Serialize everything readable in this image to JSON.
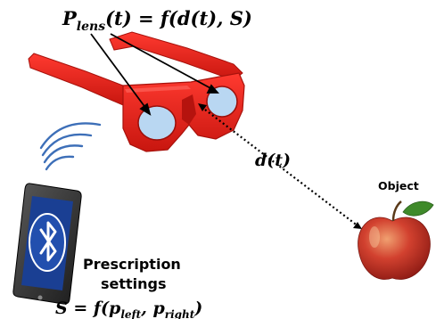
{
  "formula_lens": {
    "P": "P",
    "subscript": "lens",
    "rest": "(t) = f(d(t), S)"
  },
  "distance_label": "d(t)",
  "object_label": "Object",
  "prescription_label_line1": "Prescription",
  "prescription_label_line2": "settings",
  "formula_settings": {
    "prefix": "S = f(p",
    "sub_left": "left",
    "middle": ", p",
    "sub_right": "right",
    "suffix": ")"
  },
  "icons": [
    "bluetooth-icon",
    "wireless-signal-icon",
    "smartphone-icon",
    "apple-icon",
    "glasses-frame"
  ],
  "colors": {
    "frame": "#e8231c",
    "frame_dark": "#b5130e",
    "lens": "#b9d7f2",
    "phone_screen": "#1a3f93",
    "apple": "#c7322b",
    "signal": "#3d6fb8"
  }
}
